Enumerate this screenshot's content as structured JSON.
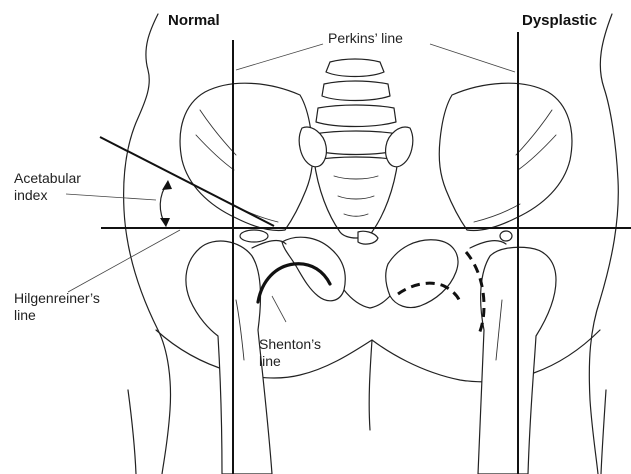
{
  "labels": {
    "normal": "Normal",
    "dysplastic": "Dysplastic",
    "perkins_line": "Perkins’ line",
    "acetabular_index_line1": "Acetabular",
    "acetabular_index_line2": "index",
    "hilgenreiner_line1": "Hilgenreiner’s",
    "hilgenreiner_line2": "line",
    "shenton_line1": "Shenton’s",
    "shenton_line2": "line"
  },
  "colors": {
    "ink": "#222222",
    "background": "#ffffff"
  }
}
